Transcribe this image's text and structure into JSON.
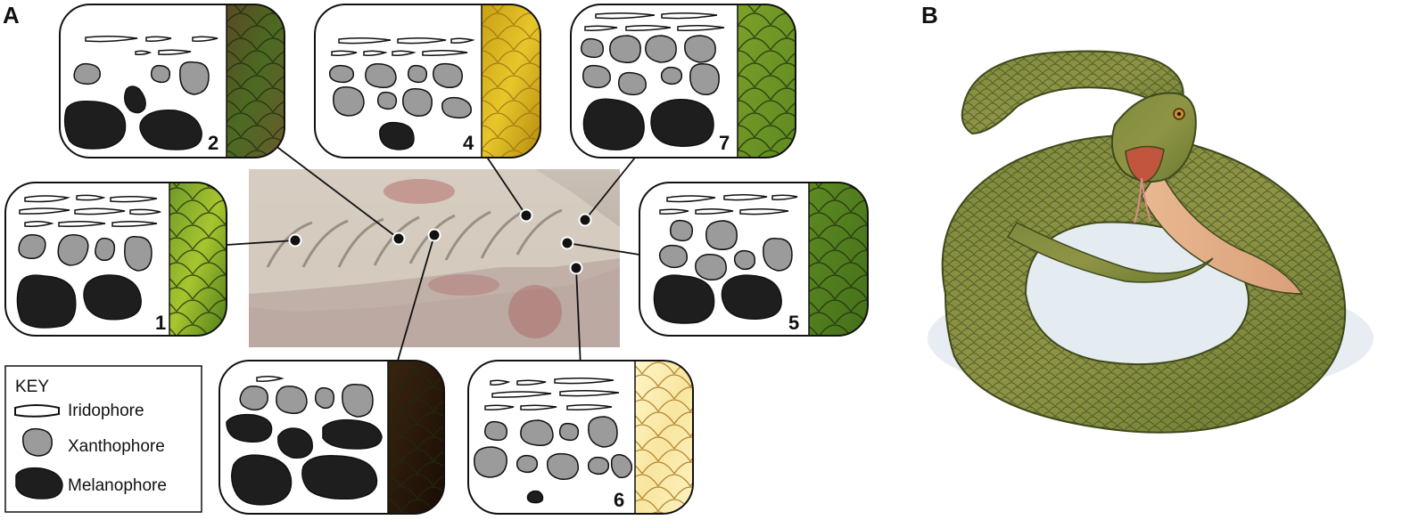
{
  "panels": {
    "a_label": "A",
    "b_label": "B"
  },
  "boxes": [
    {
      "id": "1",
      "label": "1"
    },
    {
      "id": "2",
      "label": "2"
    },
    {
      "id": "3",
      "label": ""
    },
    {
      "id": "4",
      "label": "4"
    },
    {
      "id": "5",
      "label": "5"
    },
    {
      "id": "6",
      "label": "6"
    },
    {
      "id": "7",
      "label": "7"
    }
  ],
  "key": {
    "title": "KEY",
    "iridophore": "Iridophore",
    "xanthophore": "Xanthophore",
    "melanophore": "Melanophore"
  },
  "colors": {
    "melanophore": "#1e1e1e",
    "xanthophore": "#9b9b9b",
    "iridophore": "#ffffff",
    "outline": "#111111"
  }
}
